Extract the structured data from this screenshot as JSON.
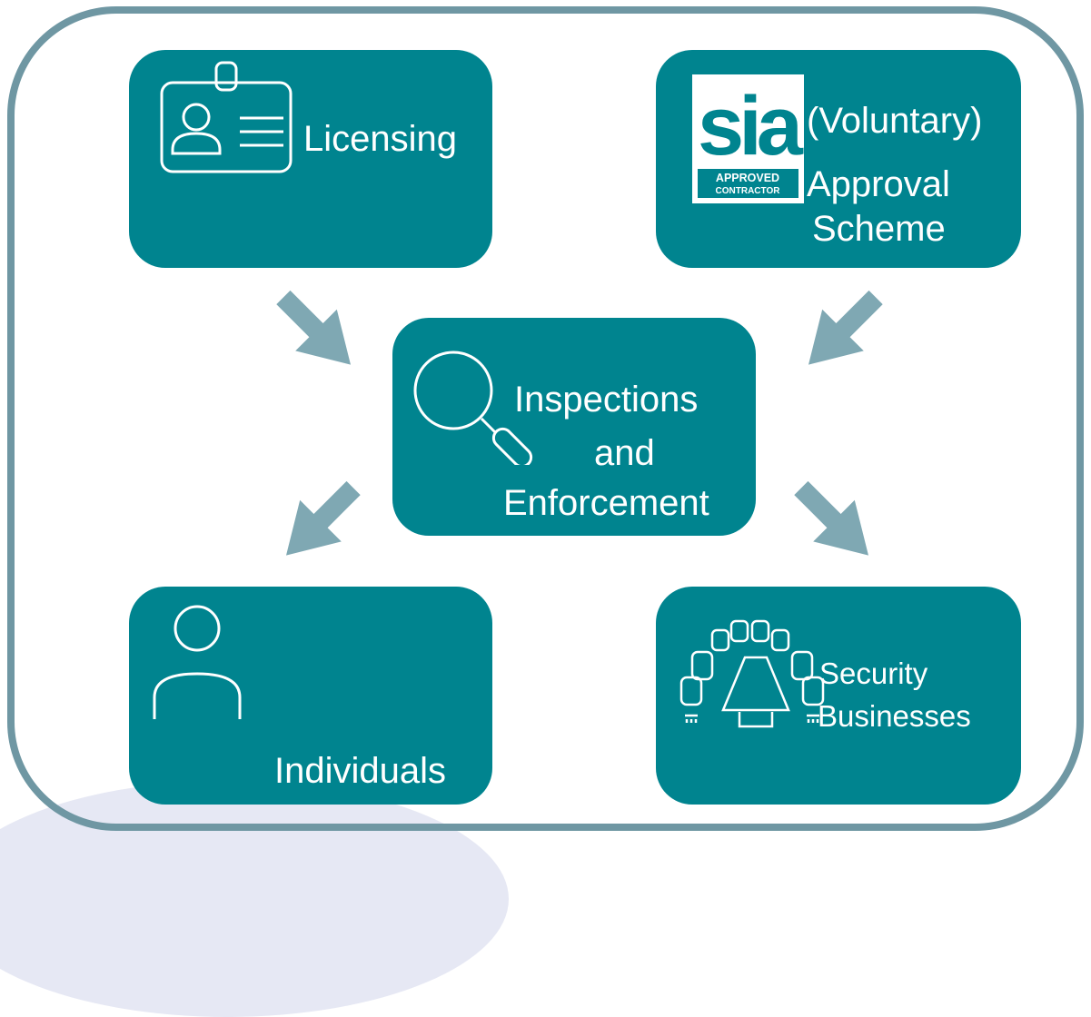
{
  "diagram": {
    "licensing": {
      "label": "Licensing",
      "icon": "id-badge-icon"
    },
    "approval": {
      "line1": "(Voluntary)",
      "line2": "Approval",
      "line3": "Scheme",
      "logo": {
        "wordmark": "sia",
        "line1": "APPROVED",
        "line2": "CONTRACTOR"
      }
    },
    "inspections": {
      "line1": "Inspections",
      "line2": "and",
      "line3": "Enforcement",
      "icon": "magnifier-icon"
    },
    "individuals": {
      "label": "Individuals",
      "icon": "person-icon"
    },
    "businesses": {
      "line1": "Security",
      "line2": "Businesses",
      "icon": "boardroom-table-icon"
    }
  },
  "colors": {
    "tile": "#00848f",
    "frame": "#6f97a3",
    "arrow": "#7fa8b3",
    "text": "#ffffff"
  }
}
